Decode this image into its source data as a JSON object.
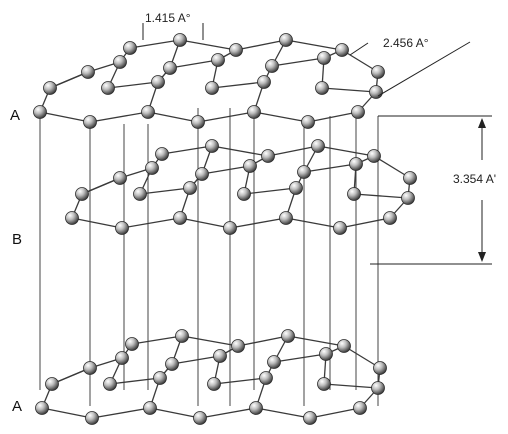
{
  "figure": {
    "layer_labels": {
      "top": "A",
      "middle": "B",
      "bottom": "A"
    },
    "annotations": {
      "bond_length": "1.415 A°",
      "lattice_const": "2.456 A°",
      "interlayer": "3.354 A'"
    },
    "colors": {
      "atom_light": "#ffffff",
      "atom_dark": "#4a4a4a",
      "bond": "#3a3a3a"
    }
  }
}
